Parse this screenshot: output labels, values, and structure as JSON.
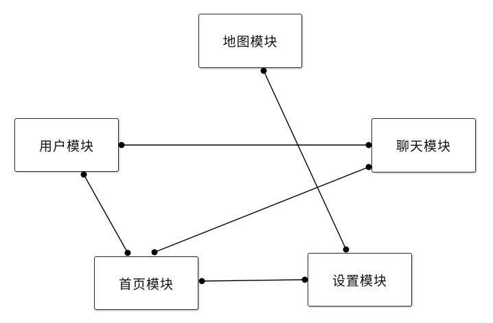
{
  "diagram": {
    "nodes": [
      {
        "label": "地图模块"
      },
      {
        "label": "用户模块"
      },
      {
        "label": "聊天模块"
      },
      {
        "label": "首页模块"
      },
      {
        "label": "设置模块"
      }
    ],
    "edges": [
      [
        0,
        4
      ],
      [
        1,
        2
      ],
      [
        1,
        3
      ],
      [
        2,
        3
      ],
      [
        3,
        4
      ]
    ],
    "colors": {
      "line": "#000000",
      "endpoint": "#000000"
    }
  }
}
